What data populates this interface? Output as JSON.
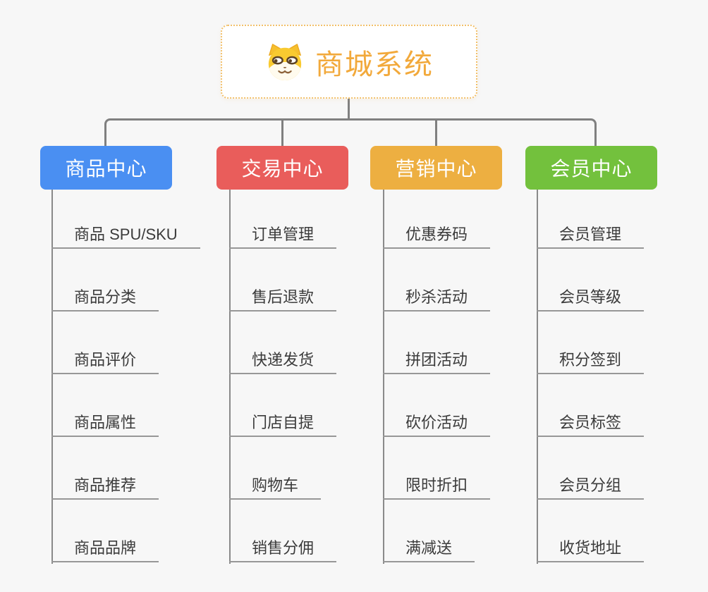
{
  "page": {
    "background": "#F7F7F7",
    "connector_color": "#808080"
  },
  "root": {
    "title": "商城系统",
    "icon": "shiba-dog-icon",
    "text_color": "#F2A93B",
    "border_color": "#F2C06A"
  },
  "branches": [
    {
      "label": "商品中心",
      "color": "#4A8FF2",
      "items": [
        "商品 SPU/SKU",
        "商品分类",
        "商品评价",
        "商品属性",
        "商品推荐",
        "商品品牌"
      ]
    },
    {
      "label": "交易中心",
      "color": "#E95D5B",
      "items": [
        "订单管理",
        "售后退款",
        "快递发货",
        "门店自提",
        "购物车",
        "销售分佣"
      ]
    },
    {
      "label": "营销中心",
      "color": "#EDAF41",
      "items": [
        "优惠券码",
        "秒杀活动",
        "拼团活动",
        "砍价活动",
        "限时折扣",
        "满减送"
      ]
    },
    {
      "label": "会员中心",
      "color": "#73C13D",
      "items": [
        "会员管理",
        "会员等级",
        "积分签到",
        "会员标签",
        "会员分组",
        "收货地址"
      ]
    }
  ]
}
